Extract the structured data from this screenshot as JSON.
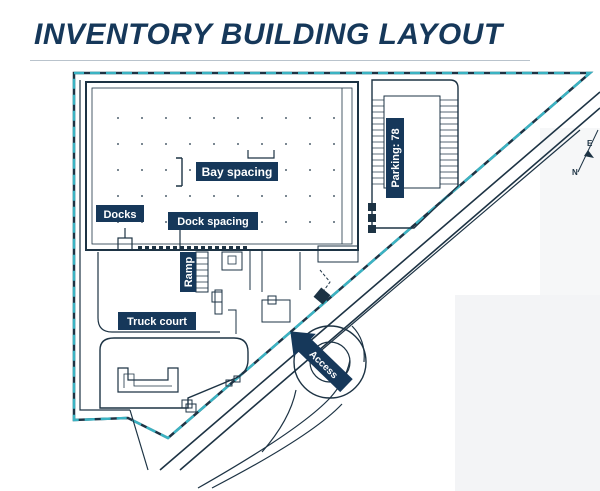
{
  "title": "INVENTORY BUILDING LAYOUT",
  "labels": {
    "bay_spacing": "Bay spacing",
    "docks": "Docks",
    "dock_spacing": "Dock spacing",
    "ramp": "Ramp",
    "parking": "Parking: 78",
    "truck_court": "Truck court",
    "access": "Access"
  },
  "compass": {
    "north": "N",
    "east": "E"
  },
  "colors": {
    "title": "#16385a",
    "label_bg": "#16385a",
    "label_text": "#ffffff",
    "property_line": "#3bb3c3",
    "linework": "#1d3344"
  }
}
